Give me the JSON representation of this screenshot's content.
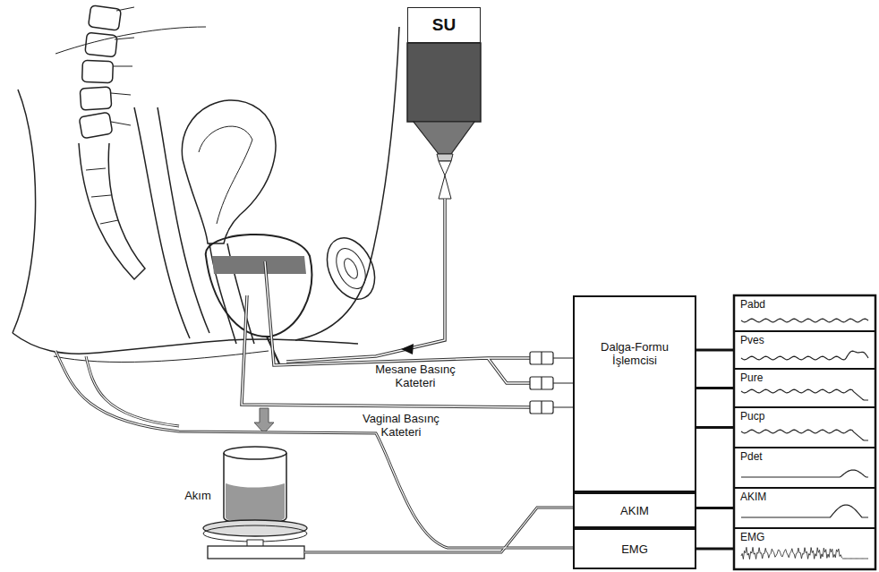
{
  "diagram": {
    "nodes": [
      {
        "text": [
          "SU"
        ]
      },
      {
        "text": [
          "Dalga-Formu İşlemcisi"
        ]
      },
      {
        "text": [
          "AKIM"
        ]
      },
      {
        "text": [
          "EMG"
        ]
      },
      {
        "text": [
          "Pabd"
        ]
      },
      {
        "text": [
          "Pves"
        ]
      },
      {
        "text": [
          "Pure"
        ]
      },
      {
        "text": [
          "Pucp"
        ]
      },
      {
        "text": [
          "Pdet"
        ]
      },
      {
        "text": [
          "AKIM"
        ]
      },
      {
        "text": [
          "EMG"
        ]
      }
    ],
    "edges": [
      {
        "from": 1,
        "to": 5,
        "arrow": "none"
      },
      {
        "from": 1,
        "to": 6,
        "arrow": "none"
      },
      {
        "from": 1,
        "to": 7,
        "arrow": "none"
      },
      {
        "from": 2,
        "to": 9,
        "arrow": "none"
      },
      {
        "from": 3,
        "to": 10,
        "arrow": "none"
      }
    ],
    "labels": [
      "Mesane Basınç Kateteri",
      "Vaginal Basınç Kateteri",
      "Akım"
    ]
  }
}
